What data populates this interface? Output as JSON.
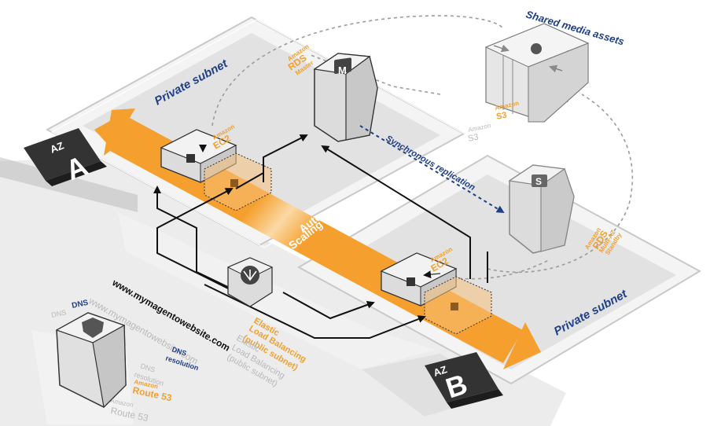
{
  "zones": {
    "az_a": {
      "az": "AZ",
      "letter": "A"
    },
    "az_b": {
      "az": "AZ",
      "letter": "B"
    }
  },
  "subnets": {
    "top": "Private subnet",
    "bottom": "Private subnet"
  },
  "shared_media": "Shared media assets",
  "replication": "Synchronous replication",
  "auto_scaling": [
    "Auto",
    "Scaling"
  ],
  "rds_master": {
    "line1": "Amazon",
    "line2": "RDS",
    "line3": "Master"
  },
  "rds_standby": {
    "line1": "Amazon",
    "line2": "RDS",
    "line3": "Multi-AZ",
    "line4": "Standby"
  },
  "ec2_a": {
    "line1": "Amazon",
    "line2": "EC2"
  },
  "ec2_b": {
    "line1": "Amazon",
    "line2": "EC2"
  },
  "s3": {
    "line1": "Amazon",
    "line2": "S3"
  },
  "s3_ghost": {
    "line1": "Amazon",
    "line2": "S3"
  },
  "elb": {
    "line1": "Elastic",
    "line2": "Load Balancing",
    "line3": "(public subnet)"
  },
  "elb_ghost": {
    "line1": "Elastic",
    "line2": "Load Balancing",
    "line3": "(public subnet)"
  },
  "website": "www.mymagentowebsite.com",
  "website_ghost": "www.mymagentowebsite.com",
  "dns_tag": "DNS",
  "dns_tag_ghost": "DNS",
  "dns_resolution": {
    "line1": "DNS",
    "line2": "resolution"
  },
  "dns_resolution_ghost": {
    "line1": "DNS",
    "line2": "resolution"
  },
  "route53": {
    "line1": "Amazon",
    "line2": "Route 53"
  },
  "route53_ghost": {
    "line1": "Amazon",
    "line2": "Route 53"
  },
  "icons": {
    "rds_master": "M",
    "rds_standby": "S",
    "elb": "load-balancer-icon",
    "route53": "shield-icon"
  },
  "colors": {
    "orange": "#f5a02e",
    "navy": "#1f3f86",
    "black": "#111111",
    "panel_grey": "#e2e2e2",
    "cube_grey": "#d9d9d9"
  }
}
